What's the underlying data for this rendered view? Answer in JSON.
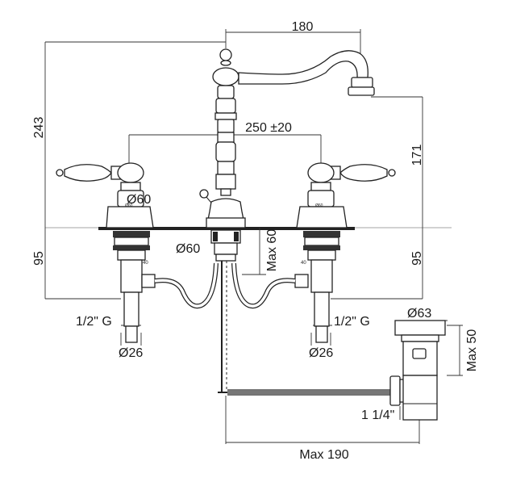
{
  "dimensions": {
    "spout_reach": "180",
    "total_height": "243",
    "spout_height": "171",
    "handle_spacing": "250 ±20",
    "handle_base_diameter": "Ø60",
    "spout_base_diameter": "Ø60",
    "below_deck_left": "95",
    "below_deck_right": "95",
    "max_thickness": "Max 60",
    "inlet_thread_left": "1/2\" G",
    "inlet_thread_right": "1/2\" G",
    "inlet_diameter_left": "Ø26",
    "inlet_diameter_right": "Ø26",
    "drain_diameter": "Ø63",
    "drain_height": "Max 50",
    "drain_thread": "1 1/4\"",
    "max_drain_offset": "Max 190"
  },
  "small_labels": {
    "cartridge_left": "40",
    "cartridge_right": "40",
    "cap_left": "Ø60",
    "cap_right": "Ø60"
  }
}
